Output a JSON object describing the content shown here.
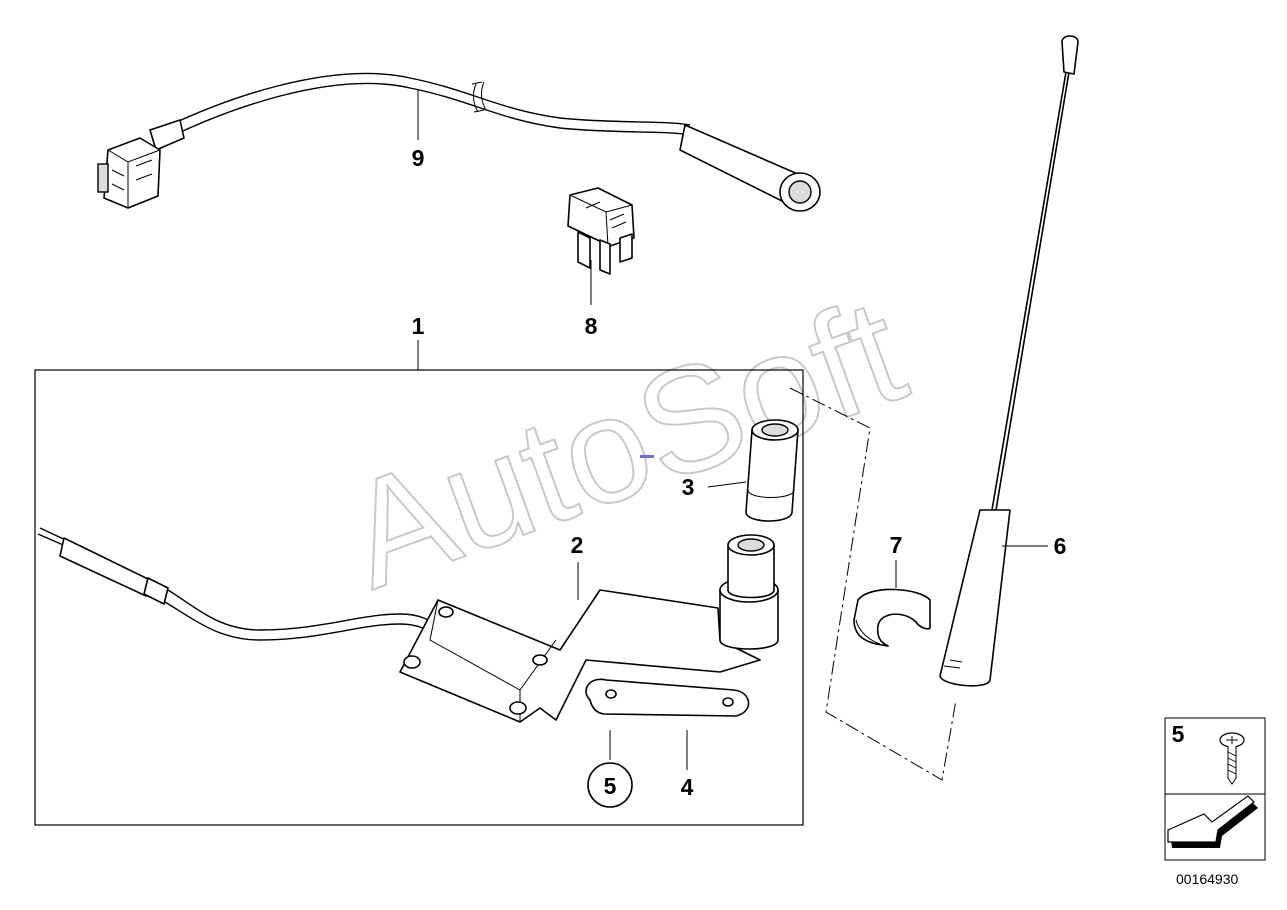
{
  "diagram": {
    "part_labels": {
      "p1": "1",
      "p2": "2",
      "p3": "3",
      "p4": "4",
      "p5": "5",
      "p6": "6",
      "p7": "7",
      "p8": "8",
      "p9": "9"
    },
    "legend_box_label": "5",
    "watermark": "AutoSoft",
    "reference_number": "00164930"
  }
}
